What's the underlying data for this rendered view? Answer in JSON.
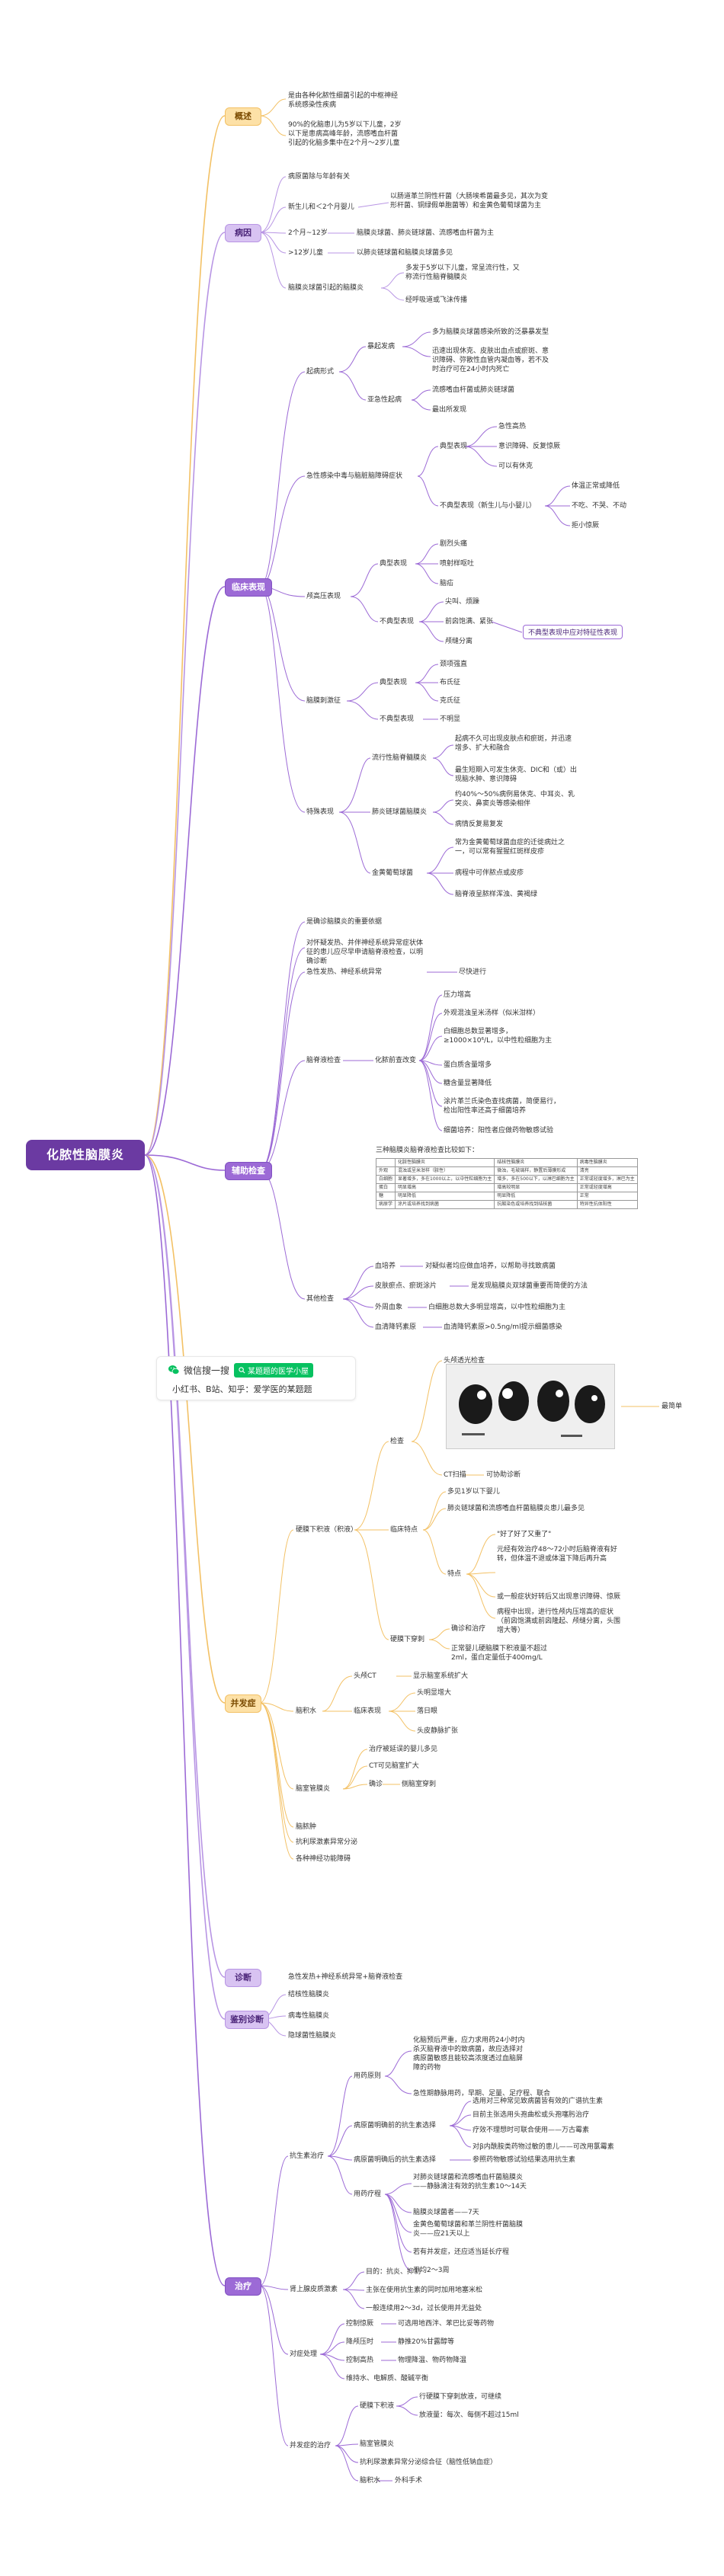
{
  "title": "化脓性脑膜炎",
  "colors": {
    "branch_orange": "#f3c165",
    "branch_purple": "#9c6ad6",
    "root": "#6b3aa2",
    "wechat_green": "#07c160"
  },
  "categories": {
    "overview": "概述",
    "etiology": "病因",
    "clinical": "临床表现",
    "aux": "辅助检查",
    "complication": "并发症",
    "diagnosis": "诊断",
    "differential": "鉴别诊断",
    "treatment": "治疗"
  },
  "overview": {
    "t1": "是由各种化脓性细菌引起的中枢神经系统感染性疾病",
    "t2": "90%的化脑患儿为5岁以下儿童，2岁以下是患病高峰年龄，流感嗜血杆菌引起的化脑多集中在2个月～2岁儿童"
  },
  "etiology": {
    "t1": "病原菌除与年龄有关",
    "t2": "新生儿和＜2个月婴儿",
    "t2a": "以肠道革兰阴性杆菌（大肠埃希菌最多见，其次为变形杆菌、铜绿假单胞菌等）和金黄色葡萄球菌为主",
    "t3": "2个月~12岁",
    "t3a": "脑膜炎球菌、肺炎链球菌、流感嗜血杆菌为主",
    "t4": ">12岁儿童",
    "t4a": "以肺炎链球菌和脑膜炎球菌多见",
    "t5": "脑膜炎球菌引起的脑膜炎",
    "t5a": "多发于5岁以下儿童，常呈流行性，又称流行性脑脊髓膜炎",
    "t5b": "经呼吸道或飞沫传播"
  },
  "clinical": {
    "onset": "起病形式",
    "onset_a": "暴起发病",
    "onset_a1": "多为脑膜炎球菌感染所致的泛暴暴发型",
    "onset_a2": "迅速出现休克、皮肤出血点或瘀斑、意识障碍、弥散性血管内凝血等，若不及时治疗可在24小时内死亡",
    "onset_b": "亚急性起病",
    "onset_b1": "流感嗜血杆菌或肺炎链球菌",
    "onset_b2": "最出所发现",
    "triad": "急性感染中毒与脑脏脑障碍症状",
    "triad_typ": "典型表现",
    "triad_typ1": "急性高热",
    "triad_typ2": "意识障碍、反复惊厥",
    "triad_typ3": "可以有休克",
    "triad_atyp": "不典型表现（新生儿与小婴儿）",
    "triad_atyp1": "体温正常或降低",
    "triad_atyp2": "不吃、不哭、不动",
    "triad_atyp3": "拒小惊厥",
    "icp": "颅高压表现",
    "icp_typ": "典型表现",
    "icp_typ1": "剧烈头痛",
    "icp_typ2": "喷射样呕吐",
    "icp_typ3": "脑疝",
    "icp_atyp": "不典型表现",
    "icp_atyp1": "尖叫、烦躁",
    "icp_atyp2": "前囟饱满、紧张",
    "icp_atyp3": "颅缝分离",
    "icp_note": "不典型表现中应对特征性表现",
    "mening": "脑膜刺激征",
    "mening_typ": "典型表现",
    "mening_typ1": "颈项强直",
    "mening_typ2": "布氏征",
    "mening_typ3": "克氏征",
    "mening_atyp": "不典型表现",
    "mening_atyp1": "不明显",
    "special": "特殊表现",
    "sp1": "流行性脑脊髓膜炎",
    "sp1a": "起病不久可出现皮肤点和瘀斑，并迅速增多、扩大和融合",
    "sp1b": "最生短期入可发生休克、DIC和（或）出现脑水肿、意识障碍",
    "sp2": "肺炎链球菌脑膜炎",
    "sp2a": "约40%～50%病例易休克、中耳炎、乳突炎、鼻窦炎等感染相伴",
    "sp2b": "病情反复易复发",
    "sp3": "金黄葡萄球菌",
    "sp3a": "常为金黄葡萄球菌血症的迁徙病灶之一，可以常有猩猩红斑样皮疹",
    "sp3b": "病程中可伴脓点或皮疹",
    "sp3c": "脑脊液呈脓样浑浊、黄褐绿"
  },
  "aux": {
    "a1": "是确诊脑膜炎的重要依据",
    "a2": "对怀疑发热、并伴神经系统异常症状体征的患儿应尽早申请脑脊液检查，以明确诊断",
    "a3": "急性发热、神经系统异常",
    "a3a": "尽快进行",
    "csf": "脑脊液检查",
    "csf_pre": "化脓前查改变",
    "csf1": "压力增高",
    "csf2": "外观混浊呈米汤样（似米泔样）",
    "csf3": "白细胞总数显著增多，≥1000×10⁶/L，以中性粒细胞为主",
    "csf4": "蛋白质含量增多",
    "csf5": "糖含量显著降低",
    "csf6": "涂片革兰氏染色查找病菌，简便易行，检出阳性率还高于细菌培养",
    "csf7": "细菌培养：阳性者应做药物敏感试验",
    "table_title": "三种脑膜炎脑脊液检查比较如下：",
    "table": {
      "headers": [
        "",
        "化脓性脑膜炎",
        "结核性脑膜炎",
        "病毒性脑膜炎"
      ],
      "rows": [
        [
          "外观",
          "混浊或呈米泔样（脓性）",
          "微浊，毛玻璃样，静置后薄膜形成",
          "清亮"
        ],
        [
          "白细胞",
          "显著增多，多在1000以上，以中性粒细胞为主",
          "增多，多在500以下，以淋巴细胞为主",
          "正常或轻度增多，淋巴为主"
        ],
        [
          "蛋白",
          "明显增高",
          "增高较明显",
          "正常或轻度增高"
        ],
        [
          "糖",
          "明显降低",
          "明显降低",
          "正常"
        ],
        [
          "病原学",
          "涂片或培养找到病菌",
          "抗酸染色或培养找到结核菌",
          "特异性抗体阳性"
        ]
      ]
    },
    "oth": "其他检查",
    "oth1": "血培养",
    "oth1a": "对疑似者均应做血培养，以帮助寻找致病菌",
    "oth2": "皮肤瘀点、瘀斑涂片",
    "oth2a": "是发现脑膜炎双球菌重要而简便的方法",
    "oth3": "外周血象",
    "oth3a": "白细胞总数大多明显增高，以中性粒细胞为主",
    "oth4": "血清降钙素原",
    "oth4a": "血清降钙素原>0.5ng/ml提示细菌感染"
  },
  "wechat": {
    "brand": "微信搜一搜",
    "search": "某题题的医学小屋",
    "line2": "小红书、B站、知乎：爱学医的某题题"
  },
  "complication": {
    "subdural": "硬膜下积液（积液）",
    "sd_check": "检查",
    "sd_check1": "头颅透光检查",
    "sd_check_note": "最简单",
    "sd_ct": "CT扫描",
    "sd_ct1": "可协助诊断",
    "sd_feat": "临床特点",
    "sd_feat1": "多见1岁以下婴儿",
    "sd_feat2": "肺炎链球菌和流感嗜血杆菌脑膜炎患儿最多见",
    "sd_f": "特点",
    "sd_f1": "\"好了好了又重了\"",
    "sd_f2": "元经有效治疗48～72小时后脑脊液有好转，但体温不退或体温下降后再升高",
    "sd_f3": "或一般症状好转后又出现意识障碍、惊厥",
    "sd_f4": "病程中出现，进行性颅内压增高的症状（前囟饱满或前囟隆起、颅缝分离，头围增大等）",
    "sd_tap": "硬膜下穿刺",
    "sd_tap1": "确诊和治疗",
    "sd_tap2": "正常婴儿硬脑膜下积液量不超过2ml，蛋白定量低于400mg/L",
    "hydro": "脑积水",
    "hydro_ct": "头颅CT",
    "hydro_ct1": "显示脑室系统扩大",
    "hydro_feat": "临床表现",
    "hydro_f1": "头明显增大",
    "hydro_f2": "落日眼",
    "hydro_f3": "头皮静脉扩张",
    "vent": "脑室管膜炎",
    "vent1": "治疗被延误的婴儿多见",
    "vent2": "CT可见脑室扩大",
    "vent3": "确诊",
    "vent3a": "侧脑室穿刺",
    "c4": "脑脓肿",
    "c5": "抗利尿激素异常分泌",
    "c6": "各种神经功能障碍"
  },
  "diagnosis": {
    "t1": "急性发热+神经系统异常+脑脊液检查"
  },
  "differential": {
    "t1": "结核性脑膜炎",
    "t2": "病毒性脑膜炎",
    "t3": "隐球菌性脑膜炎"
  },
  "treatment": {
    "anti": "抗生素治疗",
    "use": "用药原则",
    "use1": "化脑预后严重，应力求用药24小时内杀灭脑脊液中的致病菌，故应选择对病原菌敏感且能较高浓度透过血脑屏障的药物",
    "use2": "急性期静脉用药，早期、足量、足疗程、联合",
    "empiric": "病原菌明确前的抗生素选择",
    "emp1": "选用对三种常见致病菌皆有效的广谱抗生素",
    "emp2": "目前主张选用头孢曲松或头孢噻肟治疗",
    "emp3": "疗效不理想时可联合使用——万古霉素",
    "emp4": "对β内酰胺类药物过敏的患儿——可改用氯霉素",
    "known": "病原菌明确后的抗生素选择",
    "known1": "参照药物敏感试验结果选用抗生素",
    "course": "用药疗程",
    "course1": "对肺炎链球菌和流感嗜血杆菌脑膜炎——静脉滴注有效的抗生素10～14天",
    "course2": "脑膜炎球菌者——7天",
    "course3": "金黄色葡萄球菌和革兰阴性杆菌脑膜炎——应21天以上",
    "course4": "若有并发症，还应适当延长疗程",
    "course5": "平均2～3周",
    "steroid": "肾上腺皮质激素",
    "st1": "目的：抗炎、抑制",
    "st2": "主张在使用抗生素的同时加用地塞米松",
    "st3": "一般连续用2～3d，过长使用并无益处",
    "sympt": "对症处理",
    "sy1": "控制惊厥",
    "sy1a": "可选用地西泮、苯巴比妥等药物",
    "sy2": "降颅压时",
    "sy2a": "静推20%甘露醇等",
    "sy3": "控制高热",
    "sy3a": "物理降温、物药物降温",
    "sy4": "维持水、电解质、酸碱平衡",
    "compl": "并发症的治疗",
    "cp1": "硬膜下积液",
    "cp1a": "行硬膜下穿刺放液，可继续",
    "cp1b": "放液量：每次、每侧不超过15ml",
    "cp2": "脑室管膜炎",
    "cp3": "抗利尿激素异常分泌综合征（脑性低钠血症）",
    "cp4": "脑积水",
    "cp4a": "外科手术"
  }
}
